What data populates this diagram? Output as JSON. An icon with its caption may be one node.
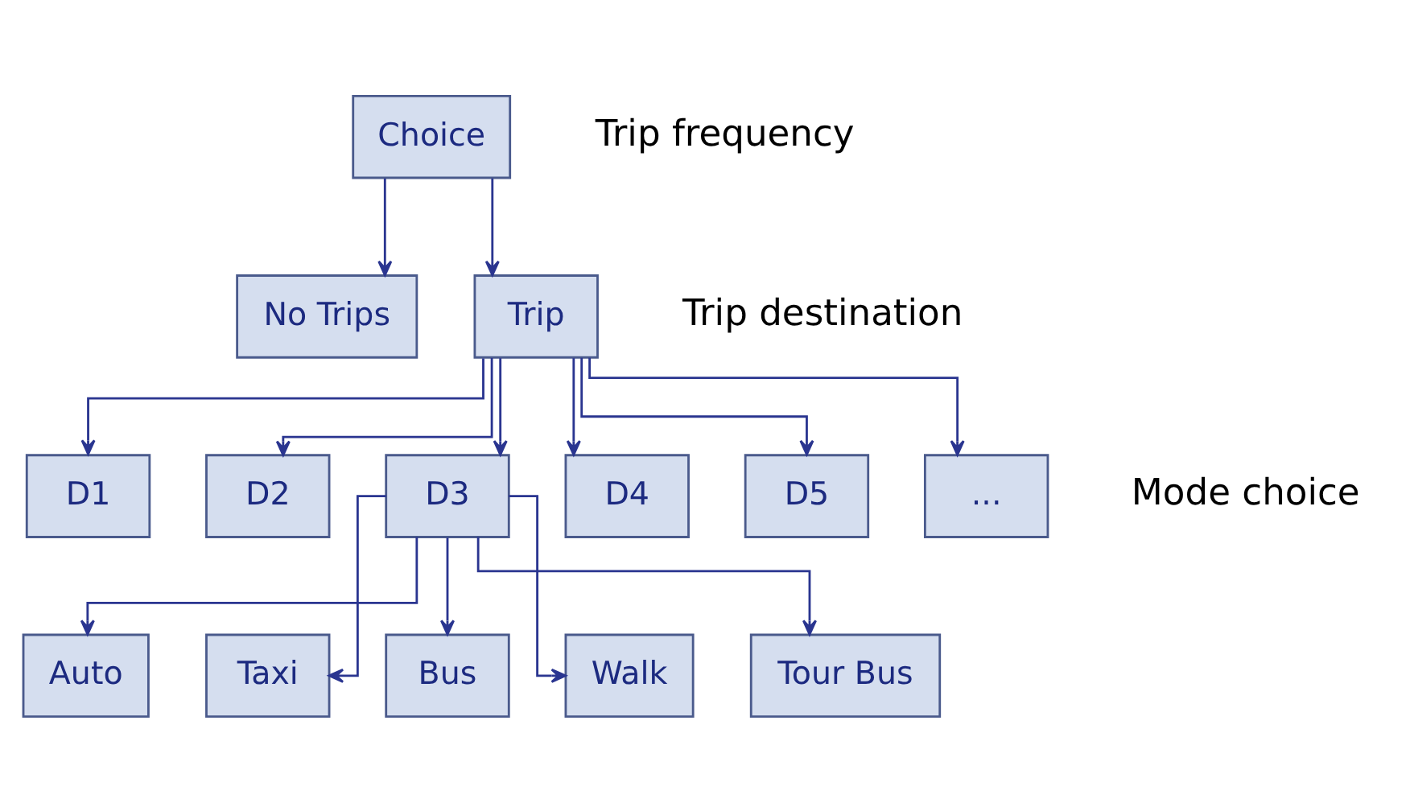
{
  "diagram": {
    "nodes": [
      {
        "text": [
          "Choice"
        ]
      },
      {
        "text": [
          "No Trips"
        ]
      },
      {
        "text": [
          "Trip"
        ]
      },
      {
        "text": [
          "D1"
        ]
      },
      {
        "text": [
          "D2"
        ]
      },
      {
        "text": [
          "D3"
        ]
      },
      {
        "text": [
          "D4"
        ]
      },
      {
        "text": [
          "D5"
        ]
      },
      {
        "text": [
          "..."
        ]
      },
      {
        "text": [
          "Auto"
        ]
      },
      {
        "text": [
          "Taxi"
        ]
      },
      {
        "text": [
          "Bus"
        ]
      },
      {
        "text": [
          "Walk"
        ]
      },
      {
        "text": [
          "Tour Bus"
        ]
      }
    ],
    "edges": [
      {
        "from": 0,
        "to": 1,
        "arrow": "to"
      },
      {
        "from": 0,
        "to": 2,
        "arrow": "to"
      },
      {
        "from": 2,
        "to": 3,
        "arrow": "to"
      },
      {
        "from": 2,
        "to": 4,
        "arrow": "to"
      },
      {
        "from": 2,
        "to": 5,
        "arrow": "to"
      },
      {
        "from": 2,
        "to": 6,
        "arrow": "to"
      },
      {
        "from": 2,
        "to": 7,
        "arrow": "to"
      },
      {
        "from": 2,
        "to": 8,
        "arrow": "to"
      },
      {
        "from": 5,
        "to": 9,
        "arrow": "to"
      },
      {
        "from": 5,
        "to": 10,
        "arrow": "to"
      },
      {
        "from": 5,
        "to": 11,
        "arrow": "to"
      },
      {
        "from": 5,
        "to": 12,
        "arrow": "to"
      },
      {
        "from": 5,
        "to": 13,
        "arrow": "to"
      }
    ],
    "labels": [
      "Trip frequency",
      "Trip destination",
      "Mode choice"
    ]
  }
}
